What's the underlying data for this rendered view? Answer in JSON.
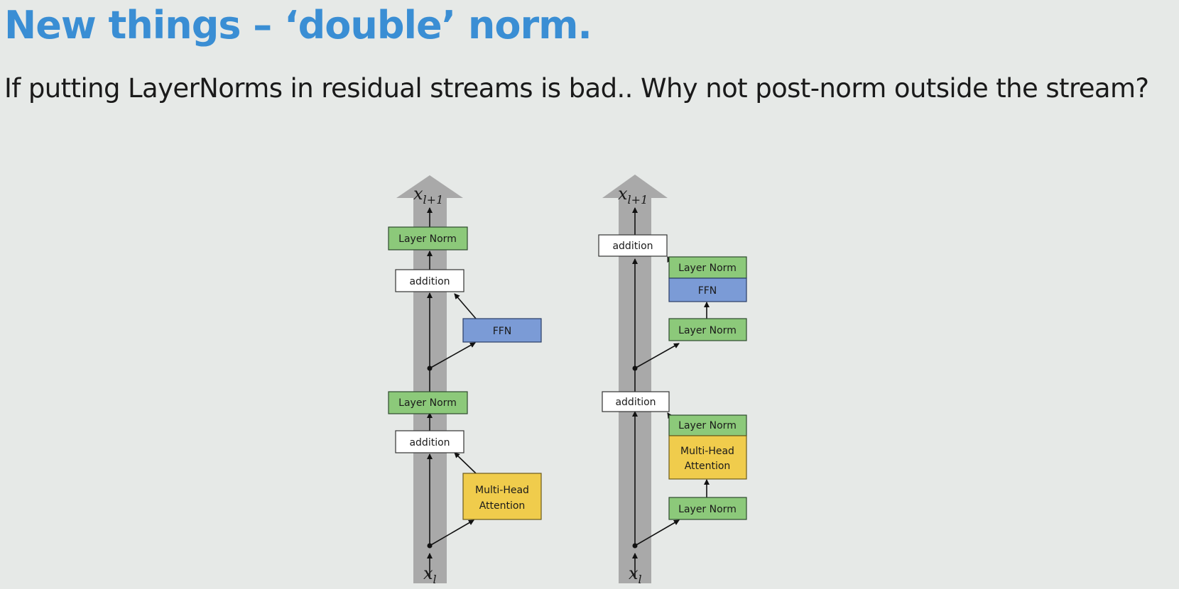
{
  "slide": {
    "title": "New things – ‘double’ norm.",
    "subtitle": "If putting LayerNorms in residual streams is bad.. Why not post-norm outside the stream?"
  },
  "left_diagram": {
    "output_label": {
      "base": "x",
      "sub": "l+1"
    },
    "input_label": {
      "base": "x",
      "sub": "l"
    },
    "layer_norm_top": "Layer Norm",
    "addition_top": "addition",
    "ffn": "FFN",
    "layer_norm_mid": "Layer Norm",
    "addition_bottom": "addition",
    "attention_line1": "Multi-Head",
    "attention_line2": "Attention"
  },
  "right_diagram": {
    "output_label": {
      "base": "x",
      "sub": "l+1"
    },
    "input_label": {
      "base": "x",
      "sub": "l"
    },
    "addition_top": "addition",
    "ffn_post_norm": "Layer Norm",
    "ffn": "FFN",
    "ffn_pre_norm": "Layer Norm",
    "addition_bottom": "addition",
    "attention_post_norm": "Layer Norm",
    "attention_line1": "Multi-Head",
    "attention_line2": "Attention",
    "attention_pre_norm": "Layer Norm"
  },
  "colors": {
    "title": "#3a8ed4",
    "layer_norm": "#8cc97a",
    "ffn": "#7b9bd6",
    "attention": "#f0cc4c",
    "addition": "#ffffff",
    "residual_stream": "#a9a9a9"
  }
}
